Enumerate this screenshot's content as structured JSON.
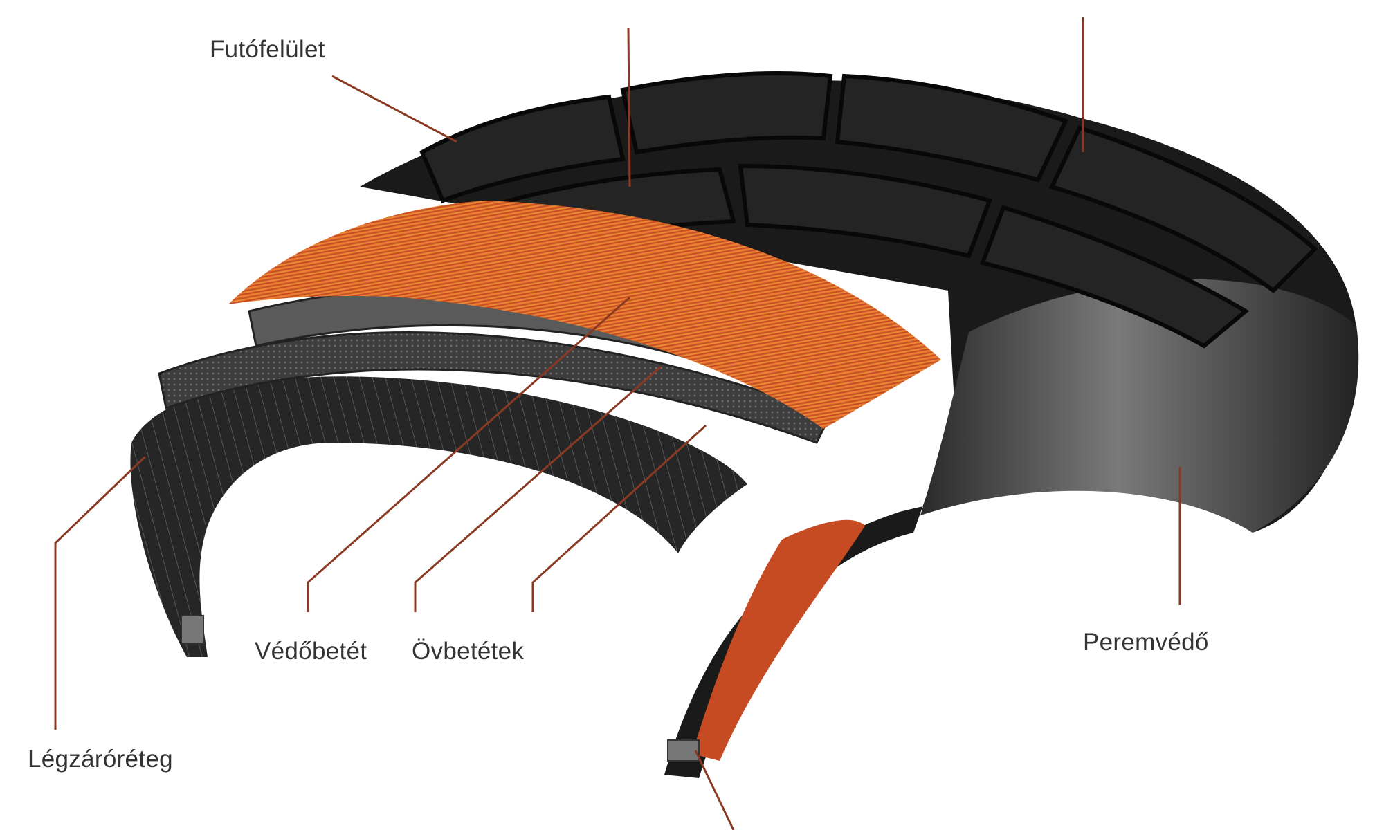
{
  "labels": {
    "tread": "Futófelület",
    "protector_ply": "Védőbetét",
    "belt_plies": "Övbetétek",
    "rim_guard": "Peremvédő",
    "inner_liner": "Légzáróréteg"
  },
  "colors": {
    "leader_line": "#8a3a22",
    "rubber_dark": "#161616",
    "rubber_mid": "#3a3a3a",
    "sidewall": "#4a4a4a",
    "belt_orange": "#e5782a",
    "belt_red": "#b8381e",
    "label_text": "#333333"
  }
}
